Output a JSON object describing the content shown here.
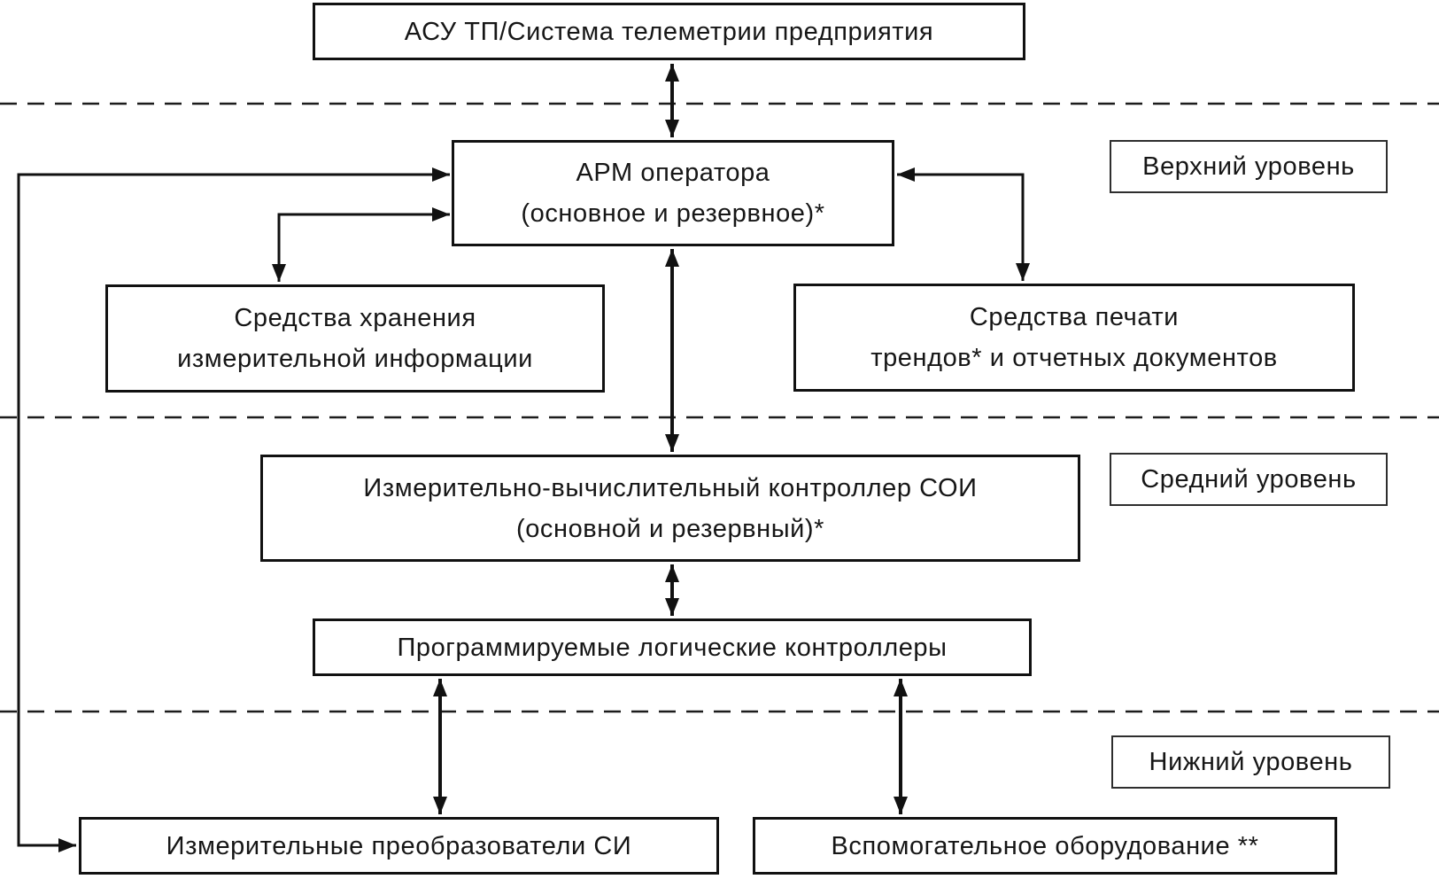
{
  "diagram": {
    "nodes": {
      "enterprise": {
        "text": "АСУ ТП/Система телеметрии предприятия"
      },
      "arm": {
        "text": "АРМ оператора\n(основное и резервное)*"
      },
      "storage": {
        "text": "Средства хранения\nизмерительной информации"
      },
      "printing": {
        "text": "Средства печати\nтрендов* и отчетных документов"
      },
      "ivk": {
        "text": "Измерительно-вычислительный контроллер СОИ\n(основной и резервный)*"
      },
      "plc": {
        "text": "Программируемые логические контроллеры"
      },
      "sensors": {
        "text": "Измерительные преобразователи СИ"
      },
      "aux": {
        "text": "Вспомогательное оборудование **"
      }
    },
    "level_labels": {
      "upper": {
        "text": "Верхний уровень"
      },
      "middle": {
        "text": "Средний уровень"
      },
      "lower": {
        "text": "Нижний уровень"
      }
    },
    "colors": {
      "ink": "#111111",
      "background": "#ffffff"
    }
  }
}
